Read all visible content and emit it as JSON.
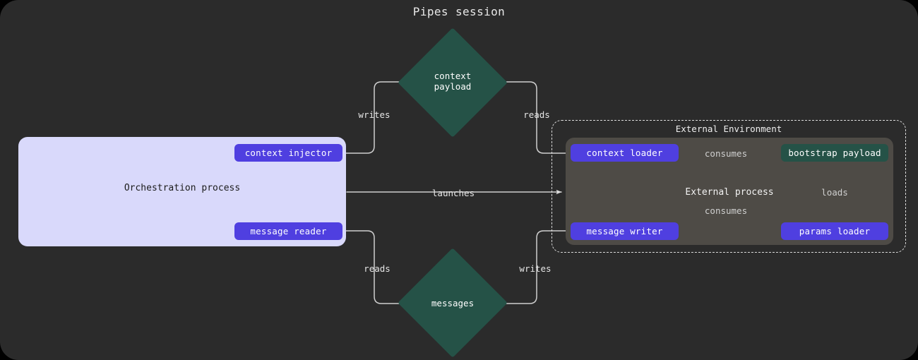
{
  "diagram": {
    "title": "Pipes session",
    "background_color": "#2b2b2b",
    "accent_purple": "#4f3fe0",
    "accent_teal": "#255247",
    "process_lavender": "#d9d9fb",
    "external_gray": "#4e4b46"
  },
  "orchestration": {
    "label": "Orchestration process",
    "nodes": [
      {
        "id": "context-injector",
        "label": "context injector",
        "type": "pill"
      },
      {
        "id": "message-reader",
        "label": "message reader",
        "type": "pill"
      }
    ]
  },
  "external_environment": {
    "label": "External Environment",
    "process_label": "External process",
    "nodes": [
      {
        "id": "context-loader",
        "label": "context loader",
        "type": "pill"
      },
      {
        "id": "message-writer",
        "label": "message writer",
        "type": "pill"
      },
      {
        "id": "params-loader",
        "label": "params loader",
        "type": "pill"
      },
      {
        "id": "bootstrap-payload",
        "label": "bootstrap payload",
        "type": "box"
      }
    ]
  },
  "data_stores": [
    {
      "id": "context-payload",
      "label_line1": "context",
      "label_line2": "payload",
      "shape": "diamond"
    },
    {
      "id": "messages",
      "label_line1": "messages",
      "label_line2": "",
      "shape": "diamond"
    }
  ],
  "edges": [
    {
      "id": "writes-context",
      "label": "writes",
      "from": "context-injector",
      "to": "context-payload"
    },
    {
      "id": "reads-context",
      "label": "reads",
      "from": "context-loader",
      "to": "context-payload"
    },
    {
      "id": "launches",
      "label": "launches",
      "from": "orchestration-process",
      "to": "external-process"
    },
    {
      "id": "reads-messages",
      "label": "reads",
      "from": "message-reader",
      "to": "messages"
    },
    {
      "id": "writes-messages",
      "label": "writes",
      "from": "message-writer",
      "to": "messages"
    },
    {
      "id": "consumes-context",
      "label": "consumes",
      "from": "context-loader",
      "to": "bootstrap-payload"
    },
    {
      "id": "consumes-writer",
      "label": "consumes",
      "from": "message-writer",
      "to": "bootstrap-payload"
    },
    {
      "id": "loads-params",
      "label": "loads",
      "from": "params-loader",
      "to": "bootstrap-payload"
    }
  ]
}
